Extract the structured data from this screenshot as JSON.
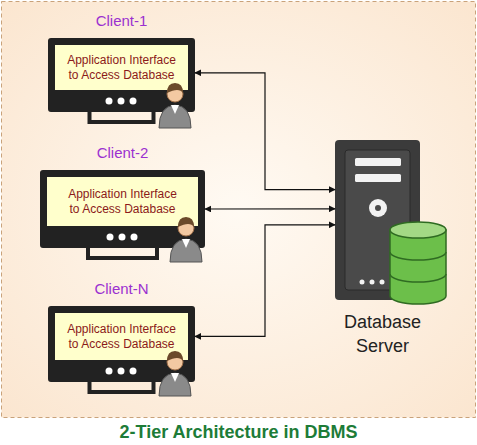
{
  "diagram": {
    "caption": "2-Tier Architecture in DBMS",
    "nodes": [
      {
        "text": [
          "Client-1",
          "Application Interface to Access Database"
        ]
      },
      {
        "text": [
          "Client-2",
          "Application Interface to Access Database"
        ]
      },
      {
        "text": [
          "Client-N",
          "Application Interface to Access Database"
        ]
      },
      {
        "text": [
          "Database Server"
        ]
      }
    ],
    "edges": [
      {
        "from": 0,
        "to": 3,
        "arrow": "both"
      },
      {
        "from": 1,
        "to": 3,
        "arrow": "both"
      },
      {
        "from": 2,
        "to": 3,
        "arrow": "both"
      }
    ]
  }
}
